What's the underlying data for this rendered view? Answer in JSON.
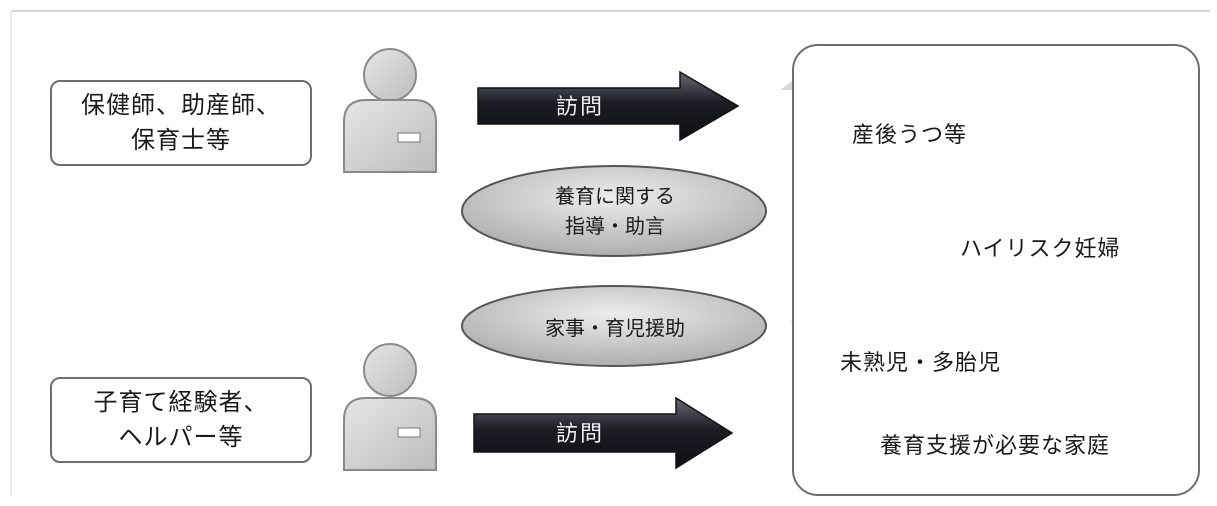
{
  "providers": [
    {
      "label": "保健師、助産師、\n保育士等"
    },
    {
      "label": "子育て経験者、\nヘルパー等"
    }
  ],
  "arrows": [
    {
      "label": "訪問"
    },
    {
      "label": "訪問"
    }
  ],
  "services": [
    {
      "label": "養育に関する\n指導・助言"
    },
    {
      "label": "家事・育児援助"
    }
  ],
  "families": {
    "houses": [
      {
        "label": "産後うつ等"
      },
      {
        "label": "ハイリスク妊婦"
      },
      {
        "label": "未熟児・多胎児"
      }
    ],
    "title": "養育支援が必要な家庭"
  },
  "colors": {
    "arrow_dark": "#1c1c24",
    "ellipse_fill": "#c8c8c8",
    "house_fill": "#d8d8d8",
    "person_fill": "#d4d4d4",
    "border": "#6e6e6e"
  }
}
